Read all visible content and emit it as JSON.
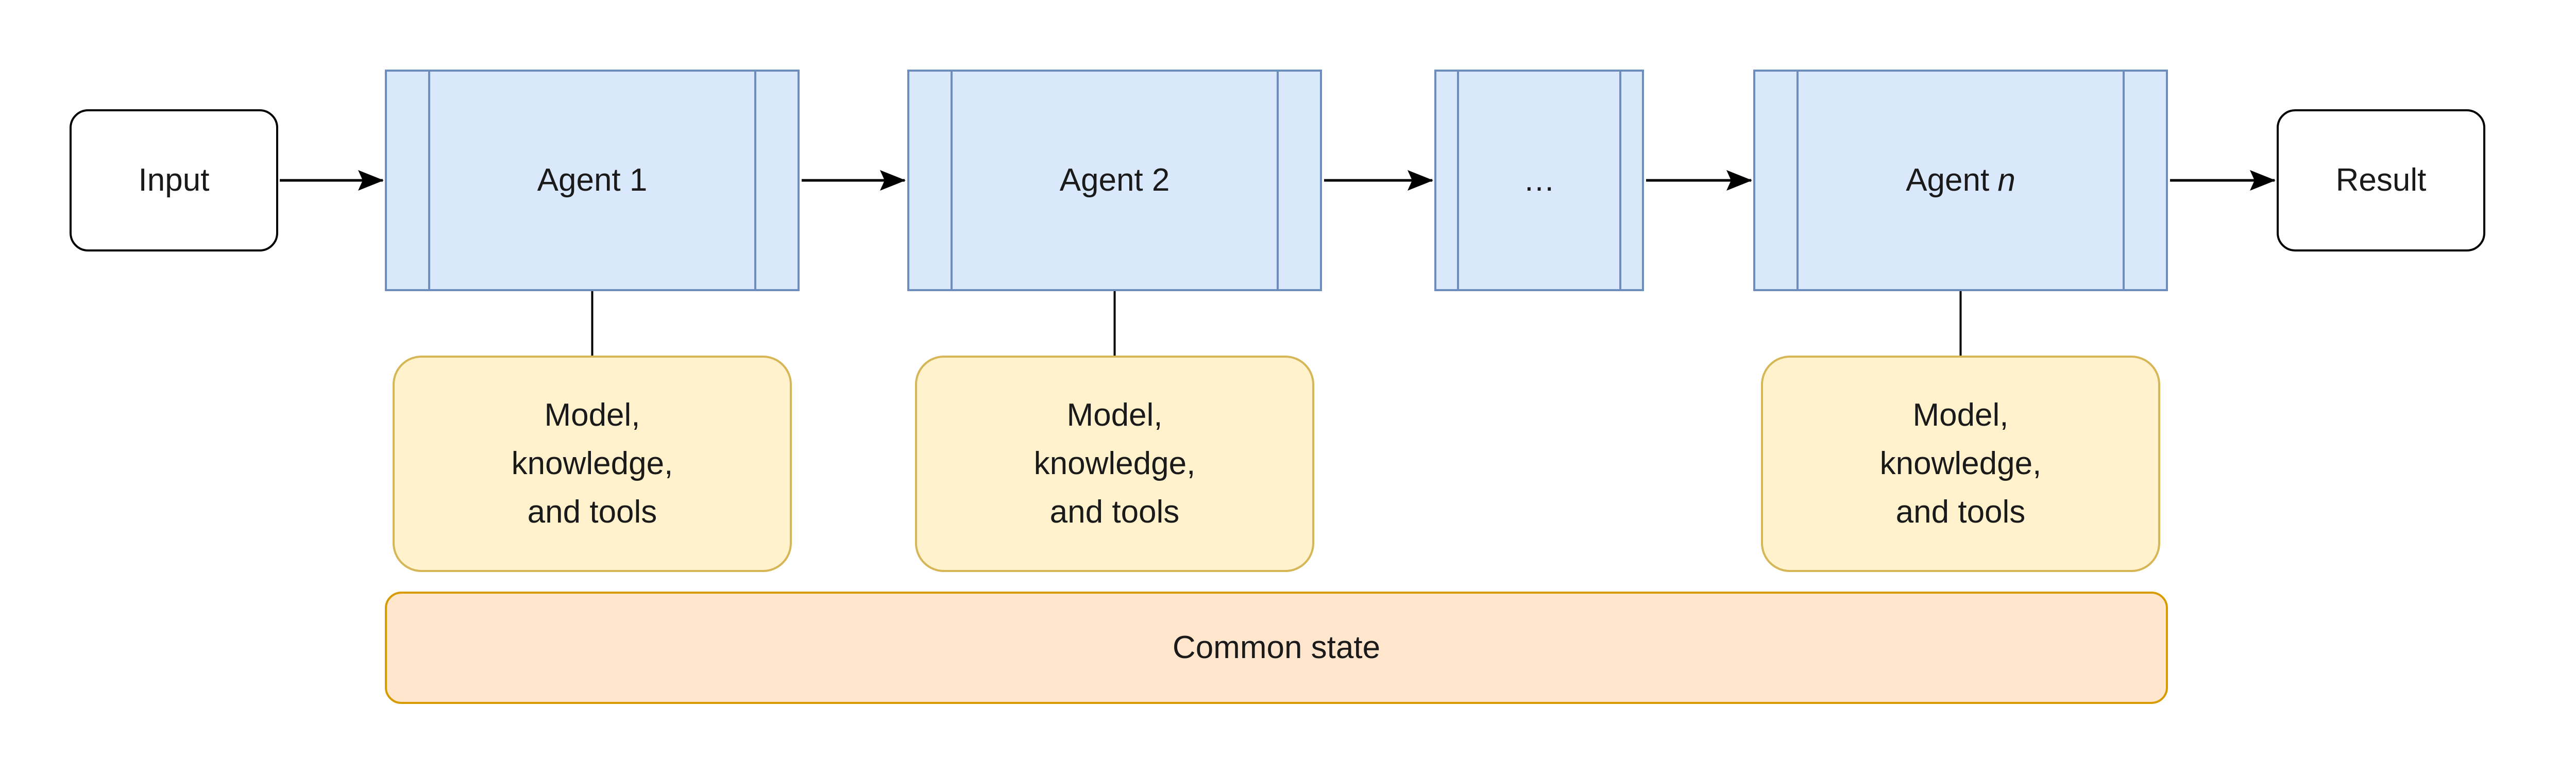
{
  "diagram": {
    "flow_nodes": [
      {
        "id": "input",
        "label": "Input",
        "shape": "rounded-terminal"
      },
      {
        "id": "agent-1",
        "label": "Agent 1",
        "shape": "subroutine"
      },
      {
        "id": "agent-2",
        "label": "Agent 2",
        "shape": "subroutine"
      },
      {
        "id": "ellipsis",
        "label": "…",
        "shape": "subroutine"
      },
      {
        "id": "agent-n",
        "label_prefix": "Agent",
        "label_italic": "n",
        "shape": "subroutine"
      },
      {
        "id": "result",
        "label": "Result",
        "shape": "rounded-terminal"
      }
    ],
    "resource_boxes": [
      {
        "attached_to": "agent-1",
        "lines": [
          "Model,",
          "knowledge,",
          "and tools"
        ]
      },
      {
        "attached_to": "agent-2",
        "lines": [
          "Model,",
          "knowledge,",
          "and tools"
        ]
      },
      {
        "attached_to": "agent-n",
        "lines": [
          "Model,",
          "knowledge,",
          "and tools"
        ]
      }
    ],
    "common_state": {
      "label": "Common state"
    }
  },
  "colors": {
    "canvas-bg": "#ffffff",
    "process-fill": "#dae8fc",
    "process-stroke": "#6c8ebf",
    "resource-fill": "#fff2cc",
    "resource-stroke": "#d6b656",
    "state-fill": "#ffe6cc",
    "state-stroke": "#d79b00",
    "terminal-fill": "#ffffff",
    "terminal-stroke": "#000000",
    "edge-color": "#000000",
    "text-color": "#1a1a1a"
  }
}
